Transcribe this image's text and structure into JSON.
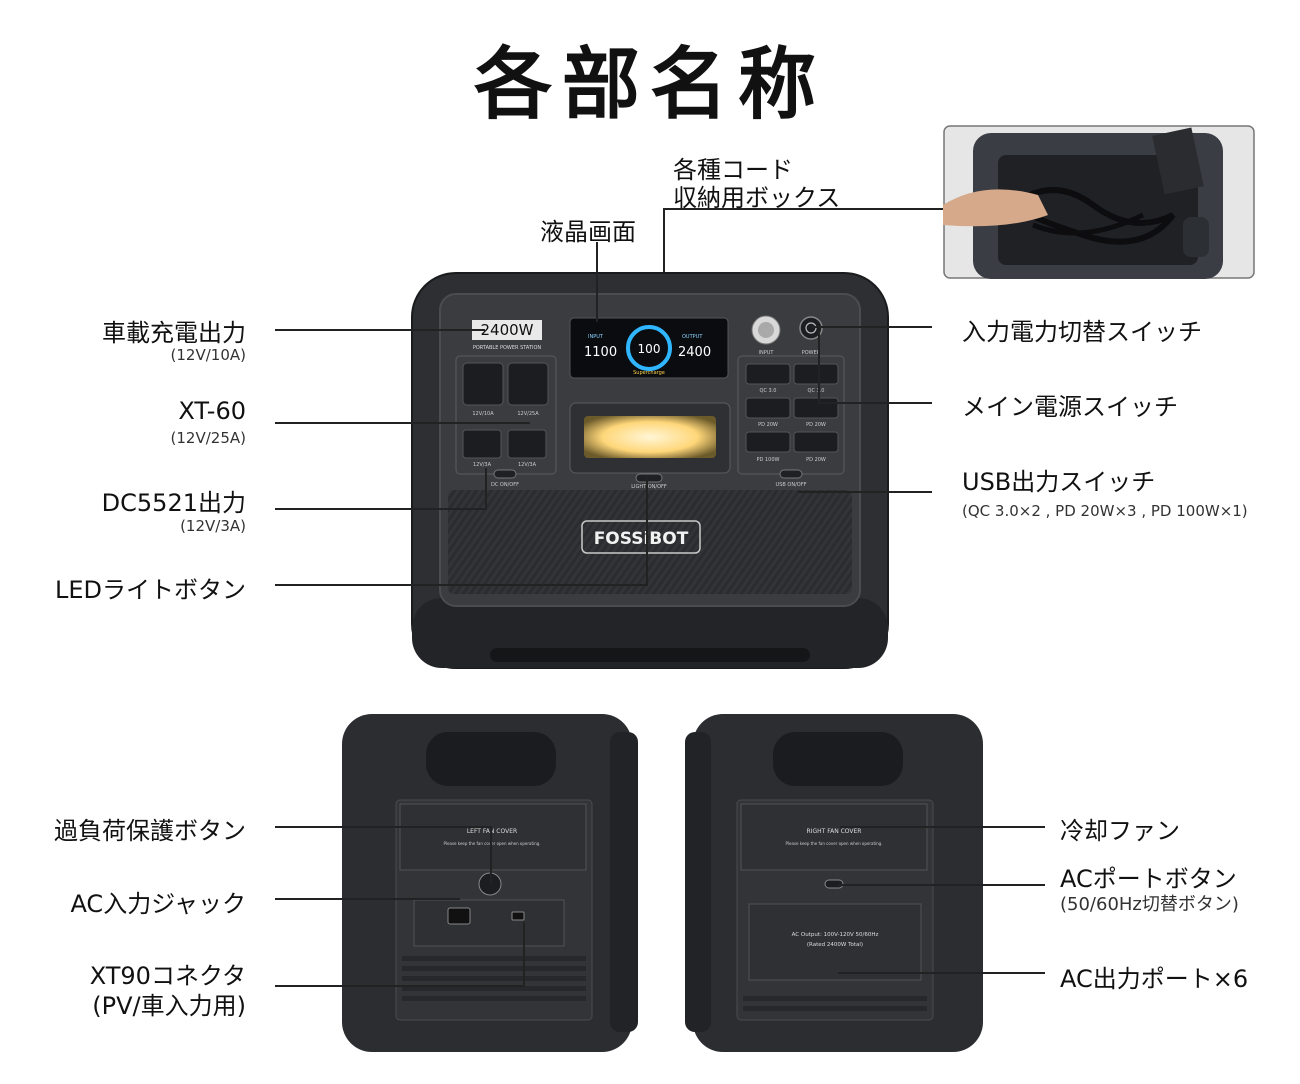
{
  "title": "各部名称",
  "front": {
    "capacity_badge": "2400W",
    "brand_logo": "FOSSiBOT",
    "product_caption": "PORTABLE POWER STATION",
    "lcd": {
      "input_label": "INPUT",
      "input_value": "1100",
      "center_value": "100",
      "output_label": "OUTPUT",
      "output_value": "2400",
      "supercharge": "Supercharge"
    },
    "port_labels": {
      "12v10a": "12V/10A",
      "12v25a": "12V/25A",
      "12v3a_1": "12V/3A",
      "12v3a_2": "12V/3A",
      "qc1": "QC 3.0",
      "qc2": "QC 3.0",
      "pd1": "PD 20W",
      "pd2": "PD 20W",
      "pd3": "PD 100W",
      "pd4": "PD 20W"
    },
    "switch_labels": {
      "dc": "DC ON/OFF",
      "light": "LIGHT ON/OFF",
      "usb": "USB ON/OFF",
      "input": "INPUT",
      "power": "POWER"
    }
  },
  "back": {
    "left_fan_cover": "LEFT FAN COVER",
    "right_fan_cover": "RIGHT FAN COVER",
    "fan_warning": "Please keep the fan cover open when operating.",
    "ac_output_text": "AC Output: 100V-120V 50/60Hz",
    "ac_rated": "(Rated 2400W Total)"
  },
  "labels": {
    "cord_box_l1": "各種コード",
    "cord_box_l2": "収納用ボックス",
    "lcd_screen": "液晶画面",
    "car_output": "車載充電出力",
    "car_output_sub": "(12V/10A)",
    "xt60": "XT-60",
    "xt60_sub": "(12V/25A)",
    "dc5521": "DC5521出力",
    "dc5521_sub": "(12V/3A)",
    "led_button": "LEDライトボタン",
    "input_switch": "入力電力切替スイッチ",
    "main_power": "メイン電源スイッチ",
    "usb_switch": "USB出力スイッチ",
    "usb_switch_sub": "(QC 3.0×2 , PD 20W×3 , PD 100W×1)",
    "overload": "過負荷保護ボタン",
    "ac_input": "AC入力ジャック",
    "xt90_l1": "XT90コネクタ",
    "xt90_l2": "(PV/車入力用)",
    "cooling_fan": "冷却ファン",
    "ac_port_button": "ACポートボタン",
    "ac_port_button_sub": "(50/60Hz切替ボタン)",
    "ac_output_ports": "AC出力ポート×6"
  },
  "colors": {
    "body": "#2b2d30",
    "panel": "#3a3c40",
    "lcd_accent": "#2fb6ff",
    "light": "#ffe9a8"
  }
}
